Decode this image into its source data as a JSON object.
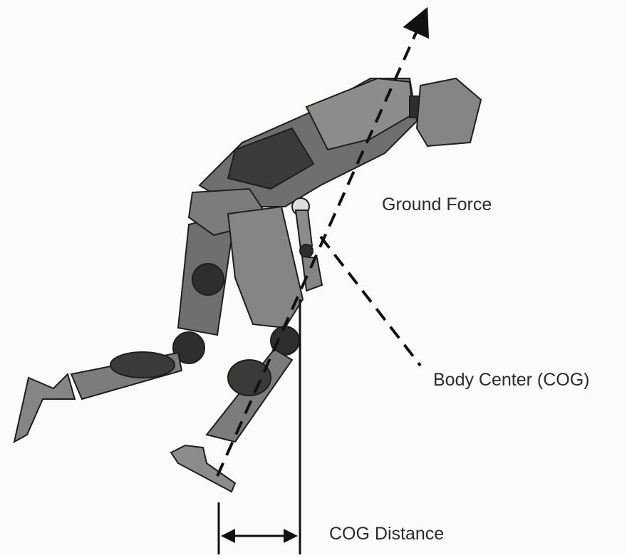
{
  "labels": {
    "ground_force": "Ground Force",
    "body_center": "Body Center (COG)",
    "cog_distance": "COG Distance"
  },
  "colors": {
    "figure_dark": "#2e2e2e",
    "figure_mid": "#6f6f6f",
    "figure_light": "#8c8c8c",
    "line": "#111111",
    "text": "#2b2b2b"
  }
}
